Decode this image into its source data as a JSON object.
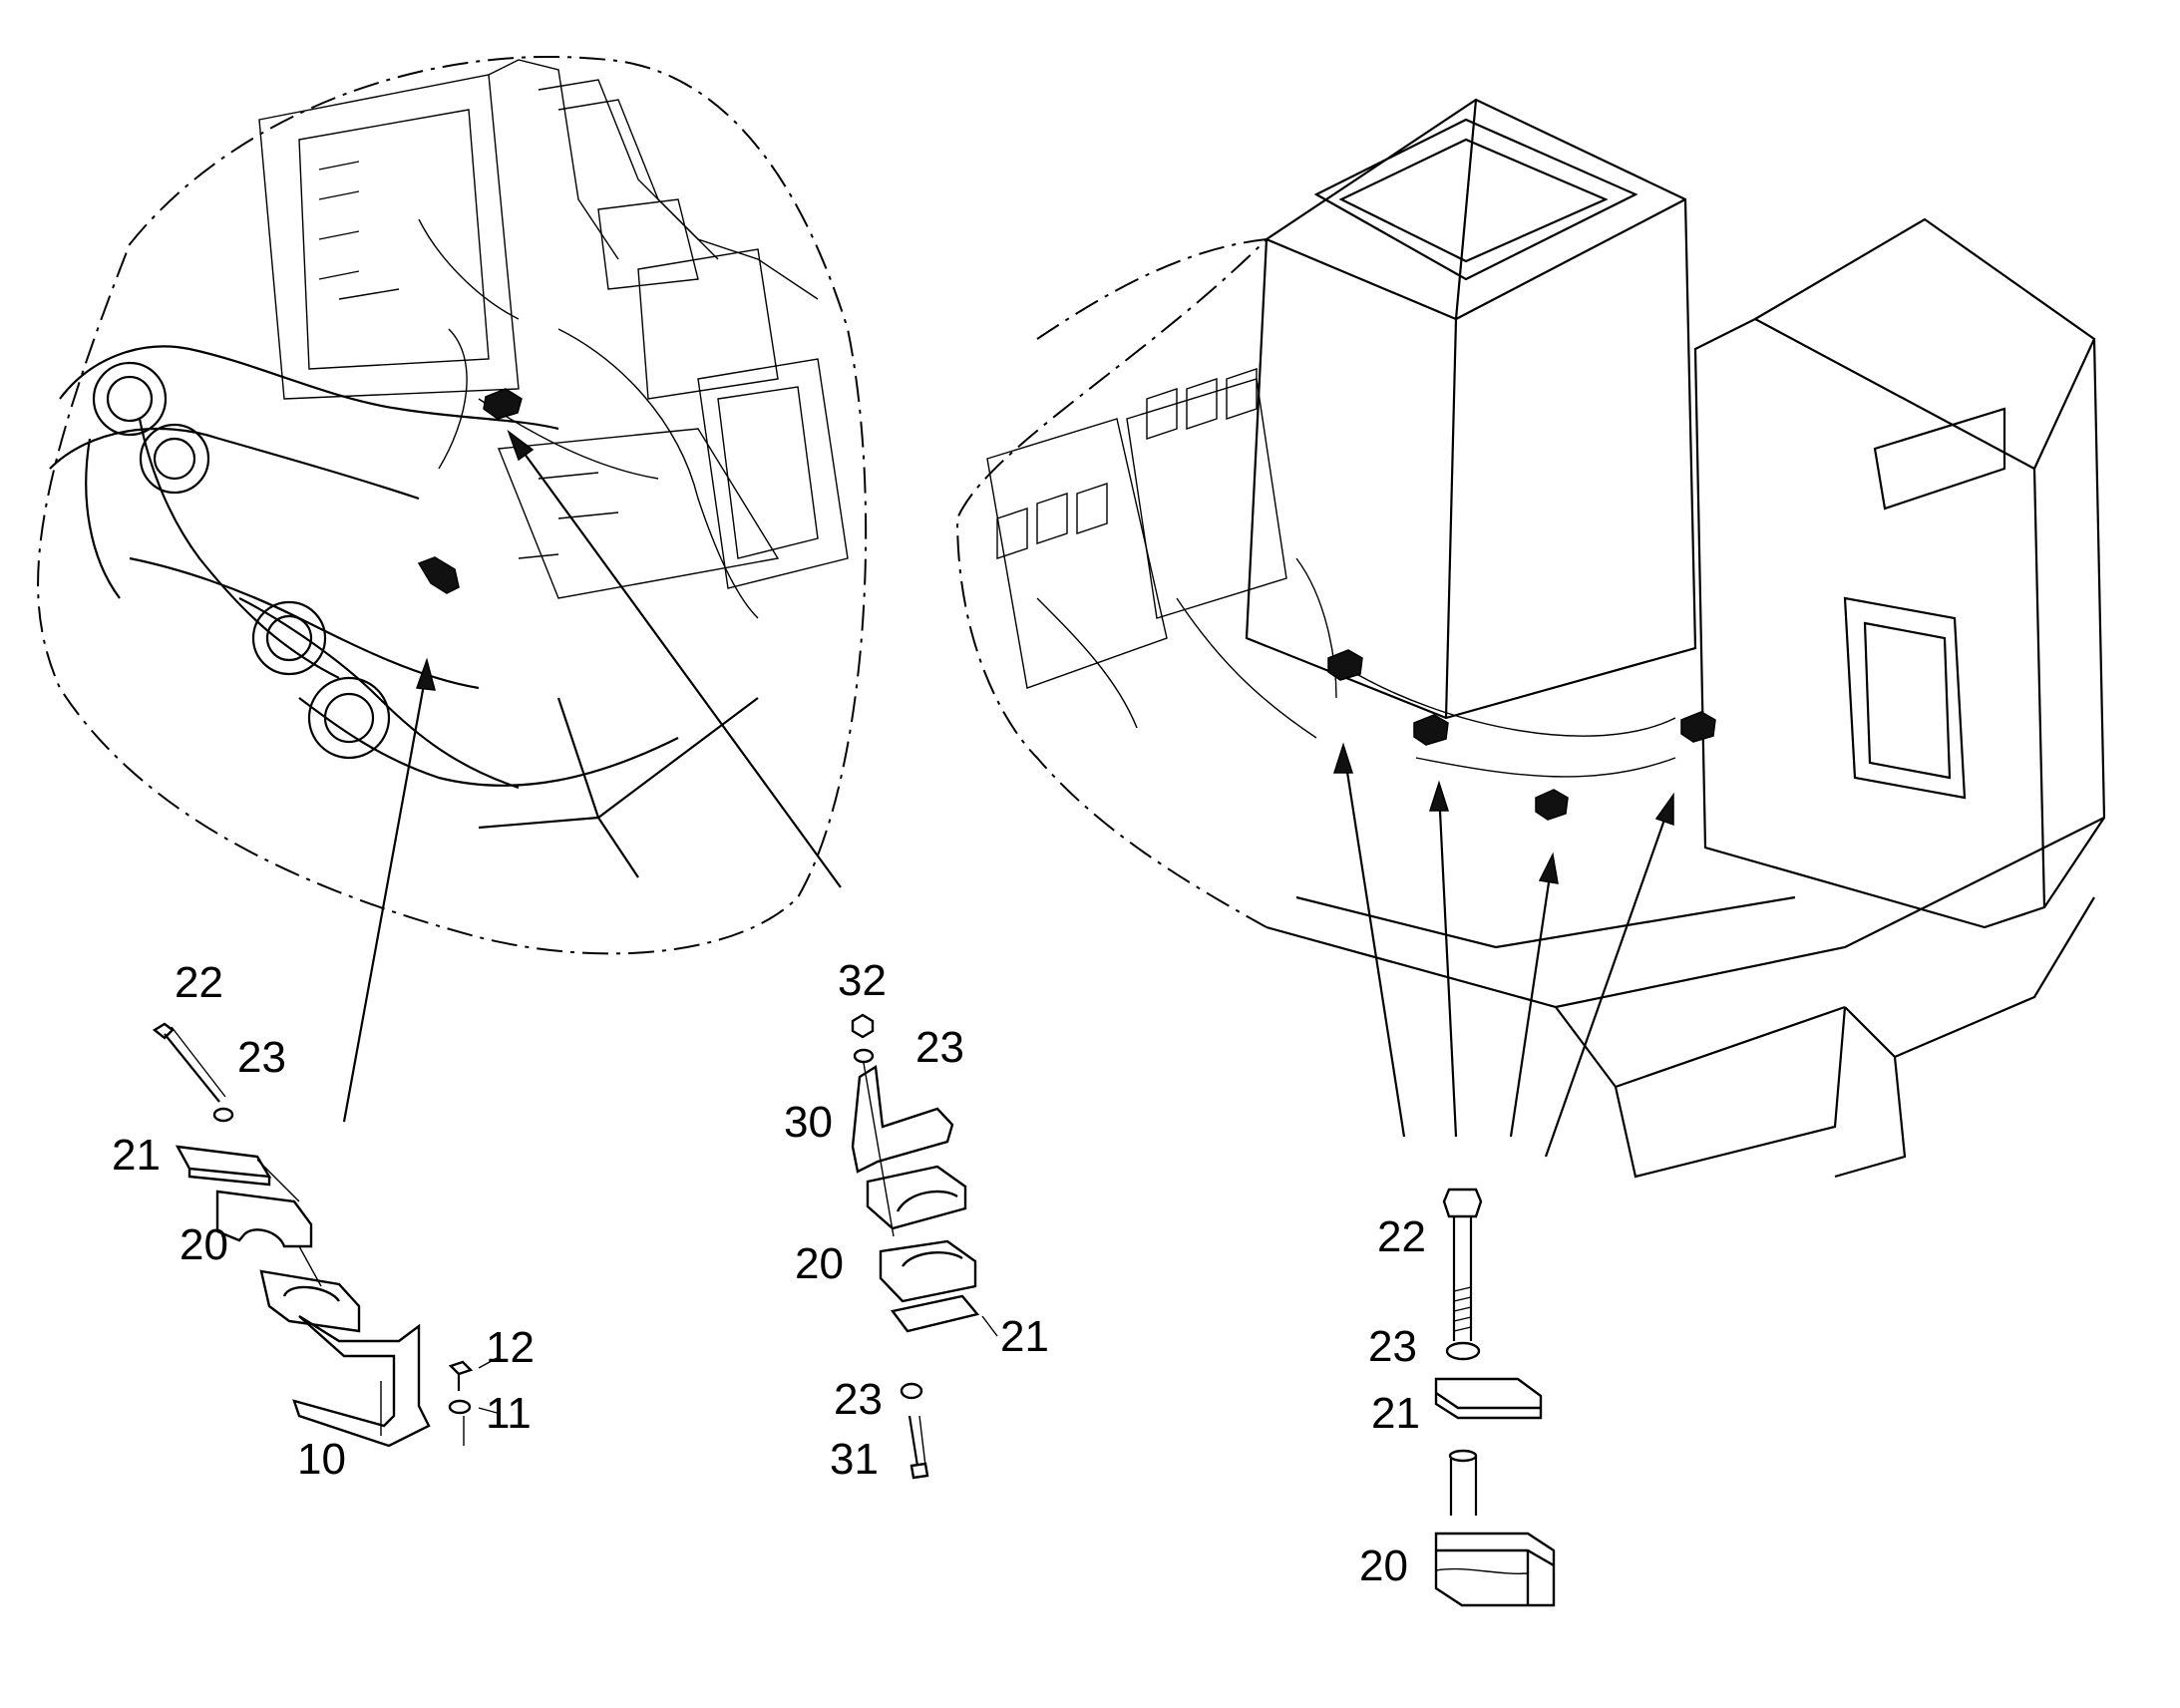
{
  "callouts": {
    "left": [
      {
        "id": "c-l-22",
        "text": "22"
      },
      {
        "id": "c-l-23",
        "text": "23"
      },
      {
        "id": "c-l-21",
        "text": "21"
      },
      {
        "id": "c-l-20",
        "text": "20"
      },
      {
        "id": "c-l-12",
        "text": "12"
      },
      {
        "id": "c-l-11",
        "text": "11"
      },
      {
        "id": "c-l-10",
        "text": "10"
      }
    ],
    "middle": [
      {
        "id": "c-m-32",
        "text": "32"
      },
      {
        "id": "c-m-23a",
        "text": "23"
      },
      {
        "id": "c-m-30",
        "text": "30"
      },
      {
        "id": "c-m-20",
        "text": "20"
      },
      {
        "id": "c-m-21",
        "text": "21"
      },
      {
        "id": "c-m-23b",
        "text": "23"
      },
      {
        "id": "c-m-31",
        "text": "31"
      }
    ],
    "right": [
      {
        "id": "c-r-22",
        "text": "22"
      },
      {
        "id": "c-r-23",
        "text": "23"
      },
      {
        "id": "c-r-21",
        "text": "21"
      },
      {
        "id": "c-r-20",
        "text": "20"
      }
    ]
  },
  "colors": {
    "line": "#000000",
    "background": "#ffffff",
    "highlight": "#111111"
  }
}
